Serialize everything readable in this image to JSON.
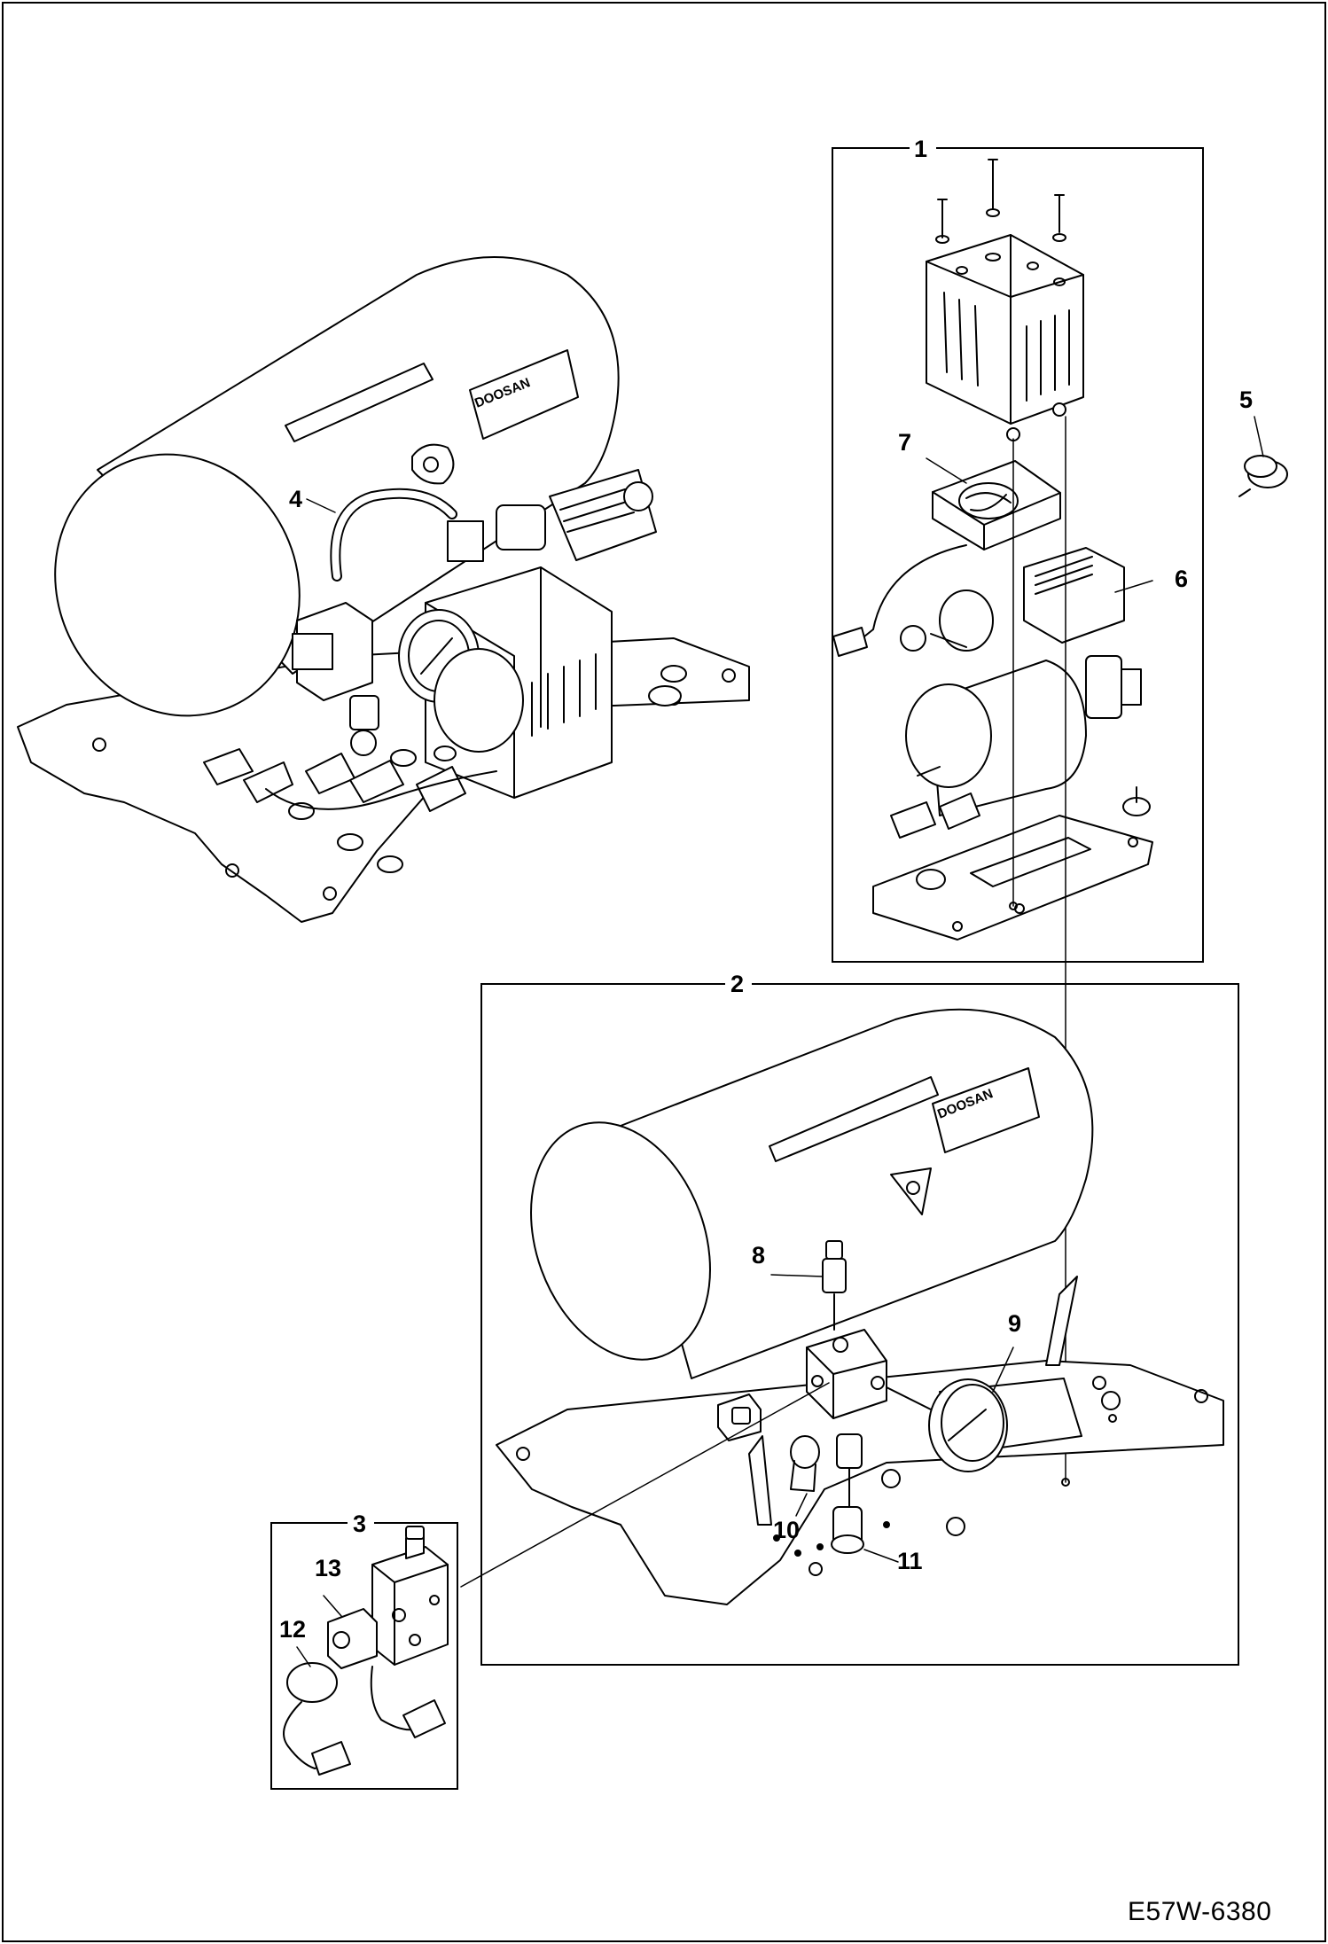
{
  "drawing_code": "E57W-6380",
  "brand_label": "DOOSAN",
  "callouts": {
    "c1": "1",
    "c2": "2",
    "c3": "3",
    "c4": "4",
    "c5": "5",
    "c6": "6",
    "c7": "7",
    "c8": "8",
    "c9": "9",
    "c10": "10",
    "c11": "11",
    "c12": "12",
    "c13": "13"
  }
}
